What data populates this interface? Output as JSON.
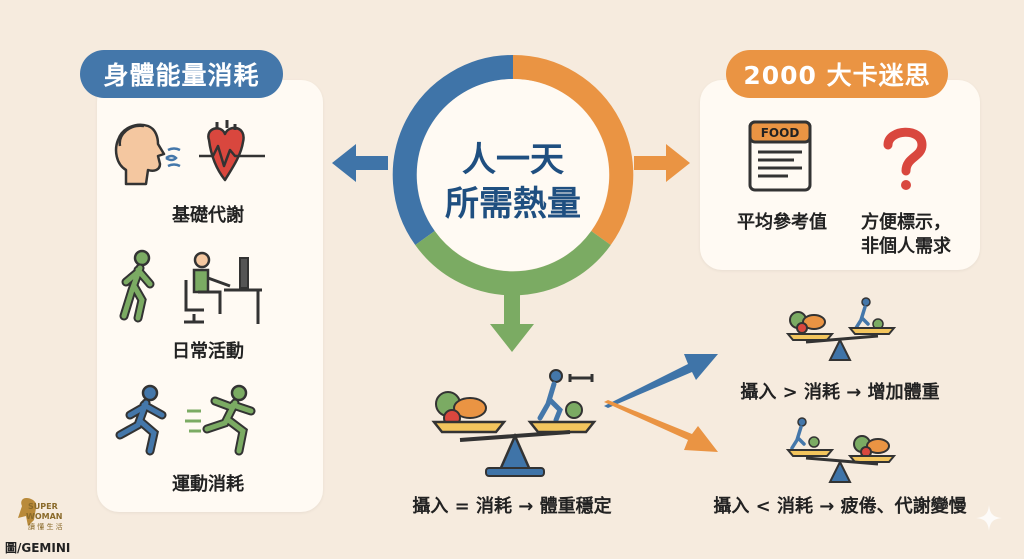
{
  "left_panel": {
    "title": "身體能量消耗",
    "items": [
      {
        "label": "基礎代謝"
      },
      {
        "label": "日常活動"
      },
      {
        "label": "運動消耗"
      }
    ]
  },
  "center": {
    "line1": "人一天",
    "line2": "所需熱量"
  },
  "right_panel": {
    "title": "2000 大卡迷思",
    "food_sign": "FOOD",
    "item1": "平均參考值",
    "item2_line1": "方便標示，",
    "item2_line2": "非個人需求"
  },
  "balance": {
    "equal": "攝入 = 消耗 → 體重穩定",
    "more": "攝入 > 消耗 → 增加體重",
    "less": "攝入 < 消耗 → 疲倦、代謝變慢"
  },
  "credit": {
    "logo_top": "SUPER",
    "logo_bottom": "WOMAN",
    "logo_sub": "讀 懂 生 活",
    "source": "圖/GEMINI"
  },
  "colors": {
    "blue": "#3f74a8",
    "orange": "#ea9443",
    "green": "#7bab63",
    "background": "#f6ebde",
    "panel": "#fffaf3"
  }
}
